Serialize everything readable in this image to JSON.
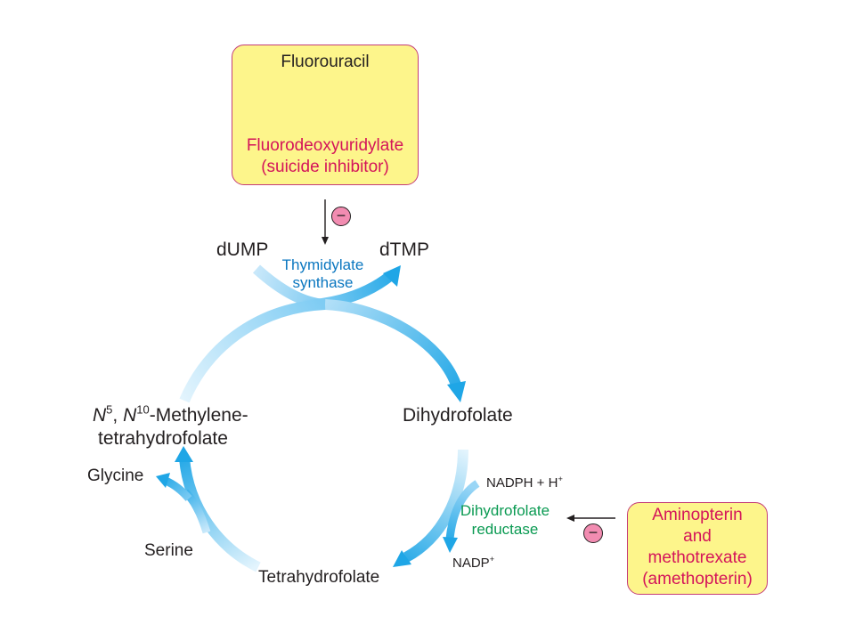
{
  "top_box": {
    "line1": "Fluorouracil",
    "line2": "Fluorodeoxyuridylate",
    "line3": "(suicide inhibitor)"
  },
  "inhibition_symbol": "−",
  "compounds": {
    "dump": "dUMP",
    "dtmp": "dTMP",
    "dihydrofolate": "Dihydrofolate",
    "tetrahydrofolate": "Tetrahydrofolate",
    "methylene_n1": "N",
    "methylene_n1_sup": "5",
    "methylene_sep": ", ",
    "methylene_n2": "N",
    "methylene_n2_sup": "10",
    "methylene_rest": "-Methylene-",
    "methylene_line2": "tetrahydrofolate",
    "glycine": "Glycine",
    "serine": "Serine",
    "nadph": "NADPH + H",
    "nadph_sup": "+",
    "nadp": "NADP",
    "nadp_sup": "+"
  },
  "enzymes": {
    "ts_line1": "Thymidylate",
    "ts_line2": "synthase",
    "dhfr_line1": "Dihydrofolate",
    "dhfr_line2": "reductase"
  },
  "right_box": {
    "line1": "Aminopterin",
    "line2": "and",
    "line3": "methotrexate",
    "line4": "(amethopterin)"
  },
  "colors": {
    "box_fill": "#fdf58b",
    "box_border": "#c43d78",
    "inhibitor_text": "#d4145a",
    "enzyme_blue": "#0b77c0",
    "enzyme_green": "#0a9a52",
    "arrow_dark": "#1fa6e6",
    "arrow_light": "#d6eefb",
    "inhibit_circle": "#f28cb1"
  }
}
